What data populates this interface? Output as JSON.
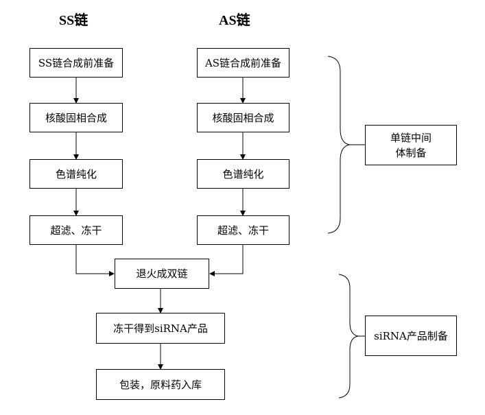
{
  "headings": {
    "ss_chain": "SS链",
    "as_chain": "AS链"
  },
  "ss_steps": [
    "SS链合成前准备",
    "核酸固相合成",
    "色谱纯化",
    "超滤、冻干"
  ],
  "as_steps": [
    "AS链合成前准备",
    "核酸固相合成",
    "色谱纯化",
    "超滤、冻干"
  ],
  "merge_steps": [
    "退火成双链",
    "冻干得到siRNA产品",
    "包装，原料药入库"
  ],
  "stages": {
    "single_strand": "单链中间体制备",
    "sirna_product": "siRNA产品制备"
  }
}
